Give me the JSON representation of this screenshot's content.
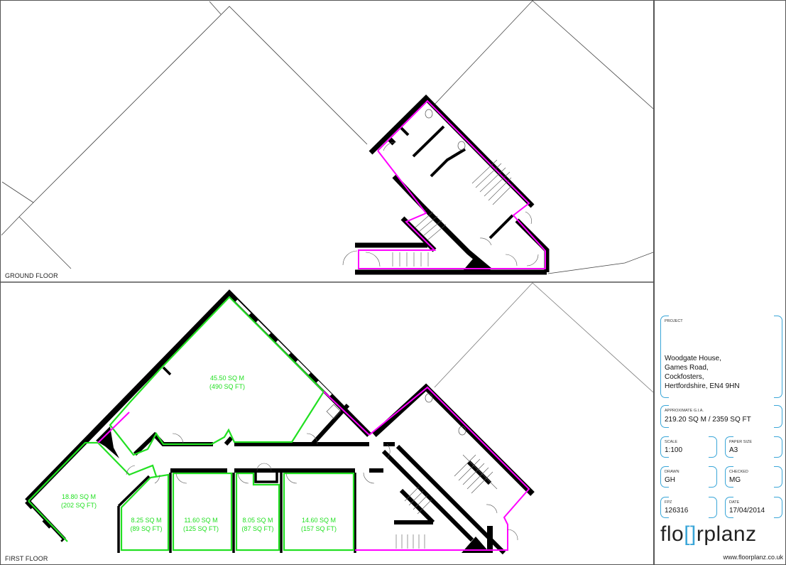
{
  "plans": {
    "ground_floor": {
      "label": "GROUND FLOOR"
    },
    "first_floor": {
      "label": "FIRST FLOOR",
      "rooms": [
        {
          "sqm": "45.50 SQ M",
          "sqft": "(490 SQ FT)"
        },
        {
          "sqm": "18.80 SQ M",
          "sqft": "(202 SQ FT)"
        },
        {
          "sqm": "8.25 SQ M",
          "sqft": "(89 SQ FT)"
        },
        {
          "sqm": "11.60 SQ M",
          "sqft": "(125 SQ FT)"
        },
        {
          "sqm": "8.05 SQ M",
          "sqft": "(87 SQ FT)"
        },
        {
          "sqm": "14.60 SQ M",
          "sqft": "(157 SQ FT)"
        }
      ]
    },
    "colors": {
      "wall": "#000000",
      "room_outline": "#22e022",
      "common_outline": "#ff00ff",
      "site_line": "#777777"
    }
  },
  "title_block": {
    "project": {
      "label": "PROJECT",
      "lines": [
        "Woodgate House,",
        "Games Road,",
        "Cockfosters,",
        "Hertfordshire, EN4 9HN"
      ]
    },
    "gia": {
      "label": "APPROXIMATE G.I.A.",
      "value": "219.20 SQ M / 2359 SQ FT"
    },
    "scale": {
      "label": "SCALE",
      "value": "1:100"
    },
    "paper_size": {
      "label": "PAPER SIZE",
      "value": "A3"
    },
    "drawn": {
      "label": "DRAWN",
      "value": "GH"
    },
    "checked": {
      "label": "CHECKED",
      "value": "MG"
    },
    "fpz": {
      "label": "FPZ",
      "value": "126316"
    },
    "date": {
      "label": "DATE",
      "value": "17/04/2014"
    },
    "logo": {
      "pre": "flo",
      "bracket": "[]",
      "post": "rplanz"
    },
    "website": "www.floorplanz.co.uk",
    "accent_color": "#3aa6d8"
  }
}
